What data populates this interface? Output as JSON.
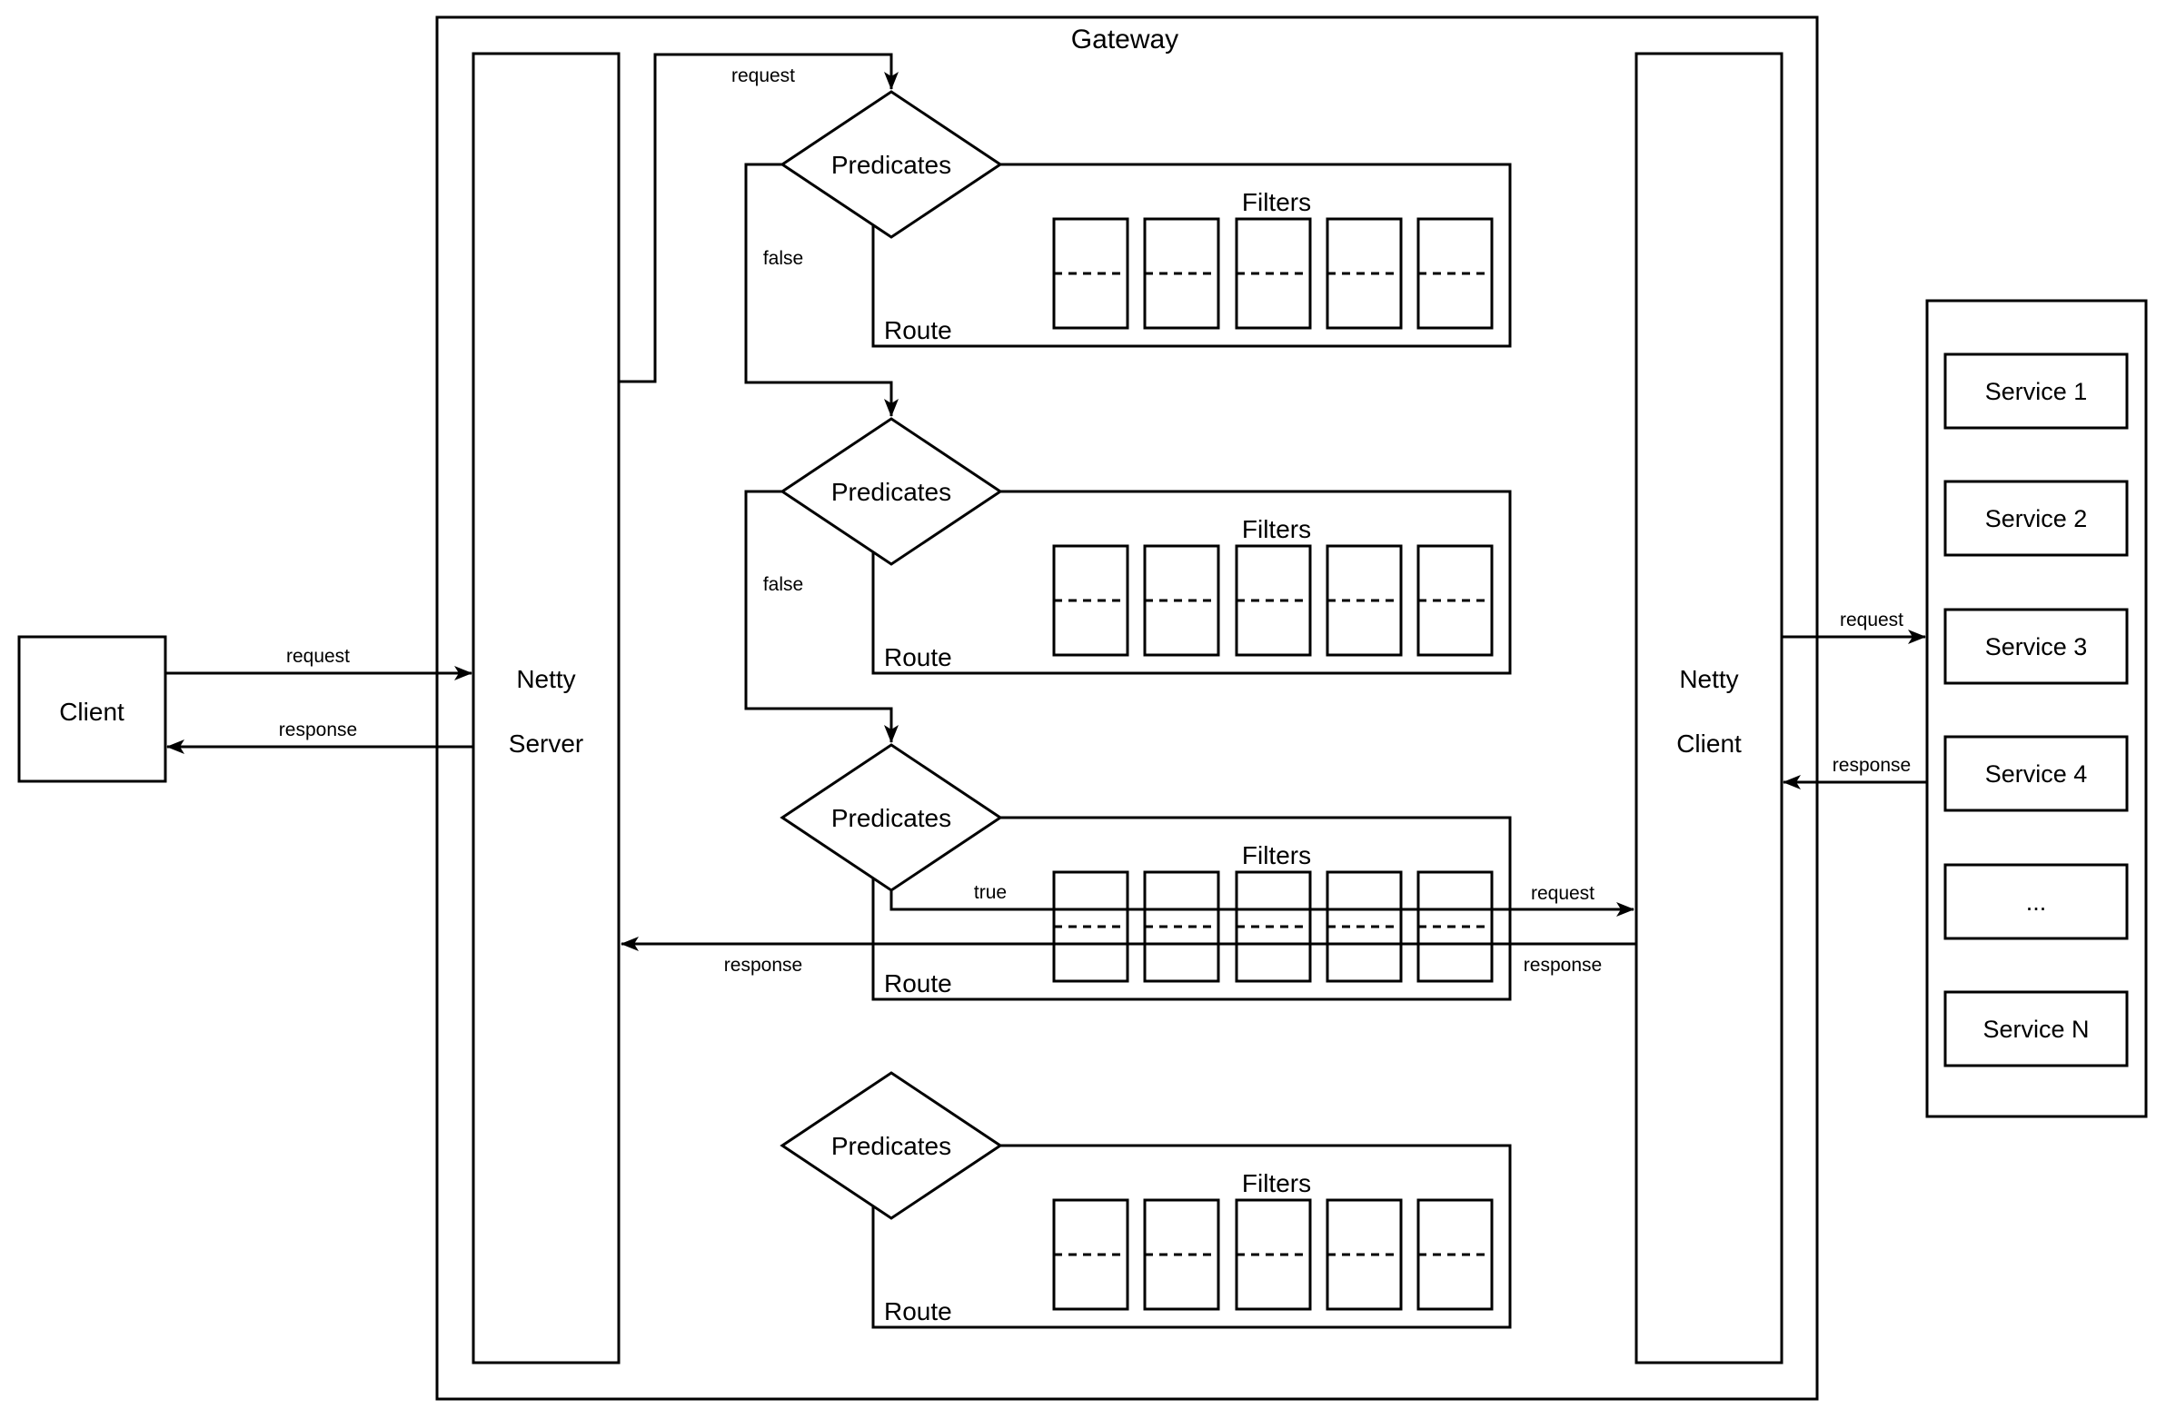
{
  "diagram": {
    "title": "Gateway",
    "client": {
      "label": "Client"
    },
    "netty_server": {
      "line1": "Netty",
      "line2": "Server"
    },
    "netty_client": {
      "line1": "Netty",
      "line2": "Client"
    },
    "services": {
      "items": [
        "Service 1",
        "Service 2",
        "Service 3",
        "Service 4",
        "...",
        "Service N"
      ]
    },
    "routes": [
      {
        "predicate_label": "Predicates",
        "route_label": "Route",
        "filters_label": "Filters"
      },
      {
        "predicate_label": "Predicates",
        "route_label": "Route",
        "filters_label": "Filters"
      },
      {
        "predicate_label": "Predicates",
        "route_label": "Route",
        "filters_label": "Filters"
      },
      {
        "predicate_label": "Predicates",
        "route_label": "Route",
        "filters_label": "Filters"
      }
    ],
    "edges": {
      "client_request": "request",
      "client_response": "response",
      "server_inbound_request": "request",
      "route1_false": "false",
      "route2_false": "false",
      "route3_true": "true",
      "route3_request": "request",
      "route3_response_left": "response",
      "route3_response_right": "response",
      "netty_client_request": "request",
      "services_response": "response"
    },
    "colors": {
      "stroke": "#000000",
      "background": "#ffffff"
    }
  }
}
